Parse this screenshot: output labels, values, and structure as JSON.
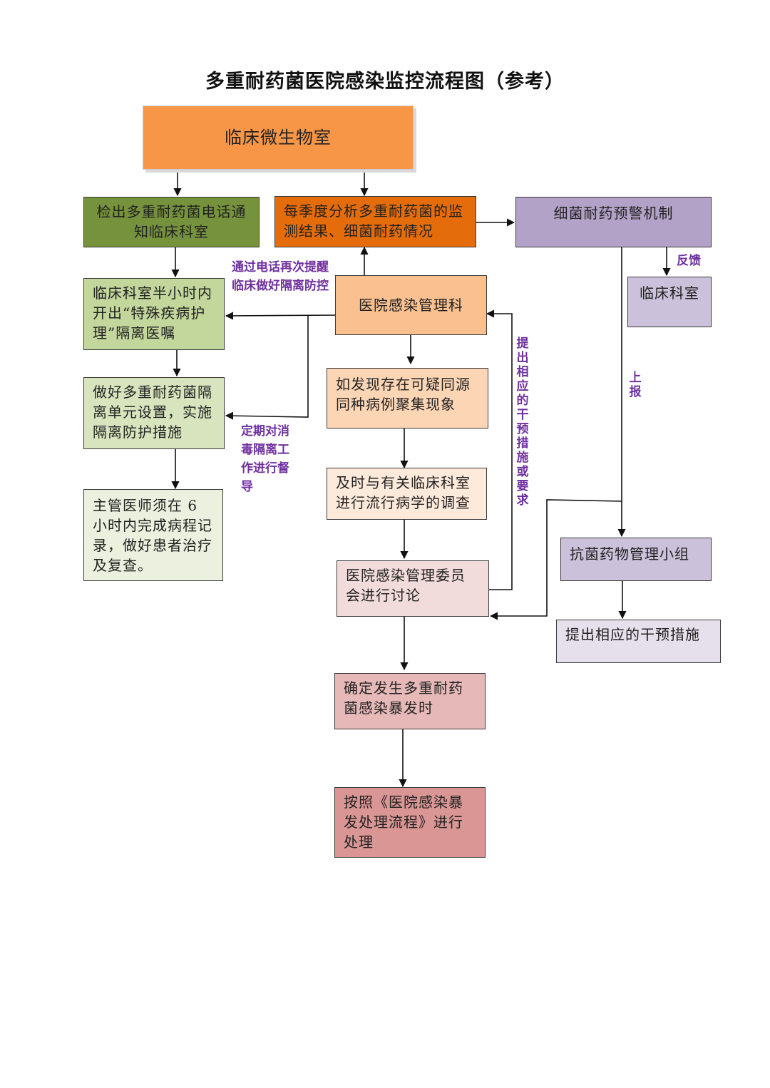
{
  "title": "多重耐药菌医院感染监控流程图（参考）",
  "colors": {
    "orange": "#f79646",
    "orange_dark": "#e46c0a",
    "green_dark": "#76923c",
    "green_light": "#c3d69b",
    "green_pale": "#d7e4bd",
    "green_faint": "#ebf1de",
    "peach": "#fac090",
    "peach_light": "#fcd5b5",
    "peach_faint": "#fdeada",
    "pink_faint": "#f2dcdb",
    "pink_light": "#e6b9b8",
    "pink": "#d99694",
    "purple": "#b3a2c7",
    "purple_light": "#ccc1da",
    "purple_faint": "#e6e0ec",
    "note": "#7030a0"
  },
  "nodes": {
    "lab": "临床微生物室",
    "notify": "检出多重耐药菌电话通知临床科室",
    "quarterly": "每季度分析多重耐药菌的监测结果、细菌耐药情况",
    "warning": "细菌耐药预警机制",
    "clinical_dept": "临床科室",
    "order": "临床科室半小时内开出“特殊疾病护理”隔离医嘱",
    "infection_mgmt": "医院感染管理科",
    "isolation": "做好多重耐药菌隔离单元设置，实施隔离防护措施",
    "cluster": "如发现存在可疑同源同种病例聚集现象",
    "doctor": "主管医师须在 6 小时内完成病程记录，做好患者治疗及复查。",
    "investigate": "及时与有关临床科室进行流行病学的调查",
    "antibiotic": "抗菌药物管理小组",
    "committee": "医院感染管理委员会进行讨论",
    "intervention": "提出相应的干预措施",
    "outbreak": "确定发生多重耐药菌感染暴发时",
    "process": "按照《医院感染暴发处理流程》进行处理"
  },
  "notes": {
    "remind": "通过电话再次提醒临床做好隔离防控",
    "supervise": "定期对消毒隔离工作进行督导",
    "feedback": "反馈",
    "report": "上报",
    "propose": "提出相应的干预措施或要求"
  }
}
